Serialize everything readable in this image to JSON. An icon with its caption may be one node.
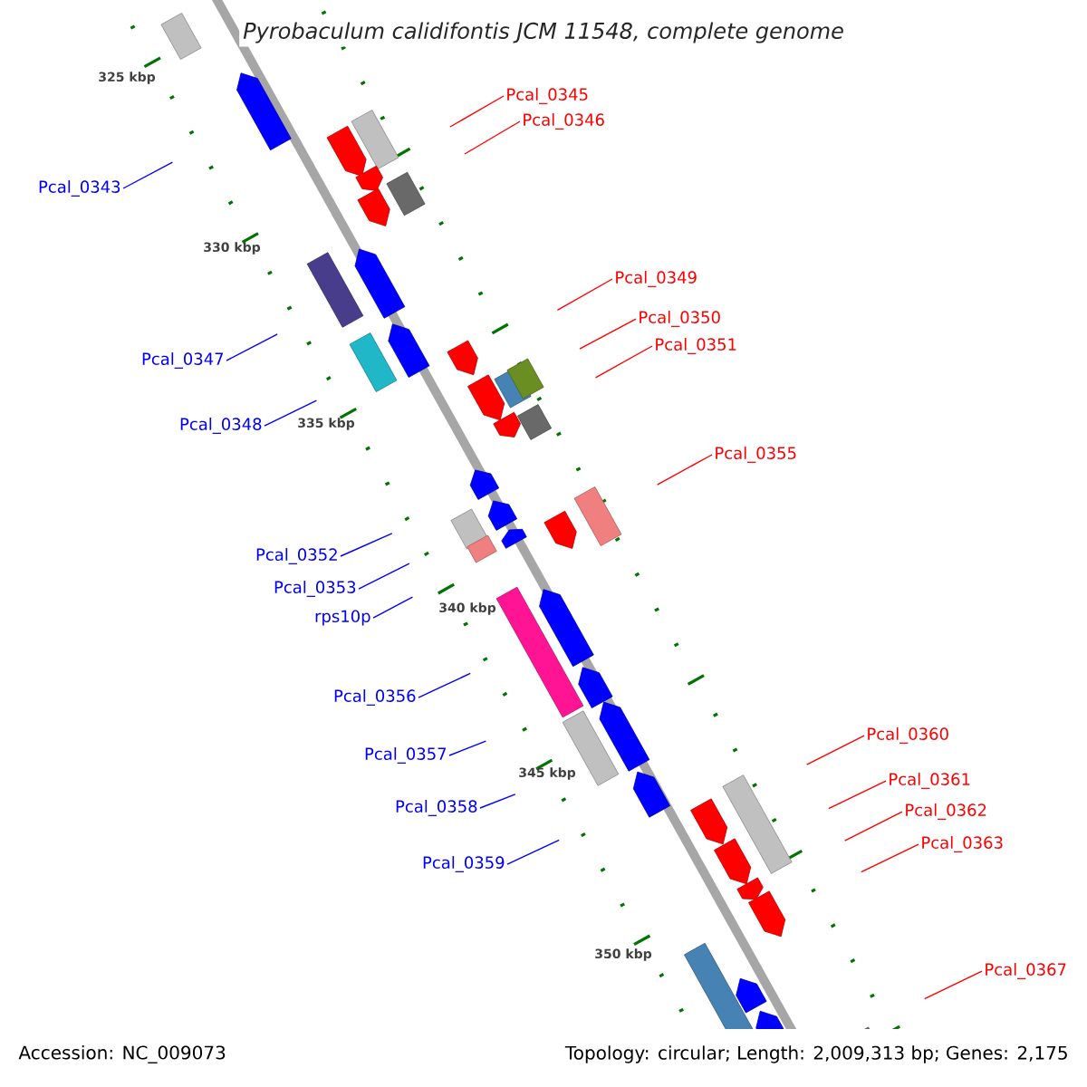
{
  "diagram": {
    "title": "Pyrobaculum calidifontis JCM 11548, complete genome",
    "nodes": [
      {
        "text": [
          "Pcal_0345"
        ]
      },
      {
        "text": [
          "Pcal_0346"
        ]
      },
      {
        "text": [
          "Pcal_0343"
        ]
      },
      {
        "text": [
          "Pcal_0349"
        ]
      },
      {
        "text": [
          "Pcal_0350"
        ]
      },
      {
        "text": [
          "Pcal_0351"
        ]
      },
      {
        "text": [
          "Pcal_0347"
        ]
      },
      {
        "text": [
          "Pcal_0348"
        ]
      },
      {
        "text": [
          "Pcal_0355"
        ]
      },
      {
        "text": [
          "Pcal_0352"
        ]
      },
      {
        "text": [
          "Pcal_0353"
        ]
      },
      {
        "text": [
          "rps10p"
        ]
      },
      {
        "text": [
          "Pcal_0356"
        ]
      },
      {
        "text": [
          "Pcal_0360"
        ]
      },
      {
        "text": [
          "Pcal_0357"
        ]
      },
      {
        "text": [
          "Pcal_0361"
        ]
      },
      {
        "text": [
          "Pcal_0358"
        ]
      },
      {
        "text": [
          "Pcal_0362"
        ]
      },
      {
        "text": [
          "Pcal_0363"
        ]
      },
      {
        "text": [
          "Pcal_0359"
        ]
      },
      {
        "text": [
          "Pcal_0367"
        ]
      }
    ],
    "edges": [
      {
        "from": 0,
        "to": null,
        "arrow": "none",
        "color": "#ff0000"
      },
      {
        "from": 1,
        "to": null,
        "arrow": "none",
        "color": "#ff0000"
      },
      {
        "from": 2,
        "to": null,
        "arrow": "none",
        "color": "#0000ff"
      },
      {
        "from": 3,
        "to": null,
        "arrow": "none",
        "color": "#ff0000"
      },
      {
        "from": 4,
        "to": null,
        "arrow": "none",
        "color": "#ff0000"
      },
      {
        "from": 5,
        "to": null,
        "arrow": "none",
        "color": "#ff0000"
      },
      {
        "from": 6,
        "to": null,
        "arrow": "none",
        "color": "#0000ff"
      },
      {
        "from": 7,
        "to": null,
        "arrow": "none",
        "color": "#0000ff"
      },
      {
        "from": 8,
        "to": null,
        "arrow": "none",
        "color": "#ff0000"
      },
      {
        "from": 9,
        "to": null,
        "arrow": "none",
        "color": "#0000ff"
      },
      {
        "from": 10,
        "to": null,
        "arrow": "none",
        "color": "#0000ff"
      },
      {
        "from": 11,
        "to": null,
        "arrow": "none",
        "color": "#0000ff"
      },
      {
        "from": 12,
        "to": null,
        "arrow": "none",
        "color": "#0000ff"
      },
      {
        "from": 13,
        "to": null,
        "arrow": "none",
        "color": "#ff0000"
      },
      {
        "from": 14,
        "to": null,
        "arrow": "none",
        "color": "#0000ff"
      },
      {
        "from": 15,
        "to": null,
        "arrow": "none",
        "color": "#ff0000"
      },
      {
        "from": 16,
        "to": null,
        "arrow": "none",
        "color": "#0000ff"
      },
      {
        "from": 17,
        "to": null,
        "arrow": "none",
        "color": "#ff0000"
      },
      {
        "from": 18,
        "to": null,
        "arrow": "none",
        "color": "#ff0000"
      },
      {
        "from": 19,
        "to": null,
        "arrow": "none",
        "color": "#0000ff"
      },
      {
        "from": 20,
        "to": null,
        "arrow": "none",
        "color": "#ff0000"
      }
    ],
    "labels": [
      "325 kbp",
      "330 kbp",
      "335 kbp",
      "340 kbp",
      "345 kbp",
      "350 kbp",
      "Accession: NC_009073",
      "Topology: circular; Length: 2,009,313 bp; Genes: 2,175"
    ]
  }
}
